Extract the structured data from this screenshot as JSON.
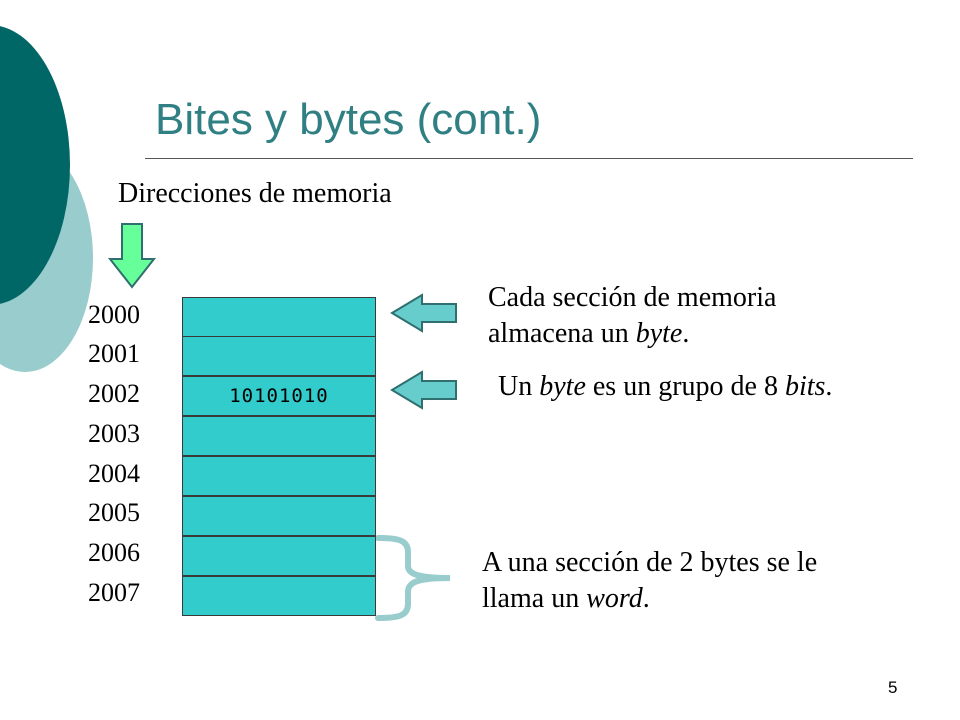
{
  "slide": {
    "title": "Bites y bytes (cont.)",
    "subtitle": "Direcciones de memoria",
    "page_number": "5"
  },
  "memory": {
    "addresses": [
      "2000",
      "2001",
      "2002",
      "2003",
      "2004",
      "2005",
      "2006",
      "2007"
    ],
    "cells": [
      "",
      "",
      "10101010",
      "",
      "",
      "",
      "",
      ""
    ]
  },
  "notes": {
    "section": {
      "line1": "Cada sección de memoria",
      "line2_prefix": "almacena un ",
      "line2_em": "byte",
      "line2_suffix": "."
    },
    "byte": {
      "p1": "Un ",
      "em1": "byte",
      "p2": " es un grupo de 8 ",
      "em2": "bits",
      "p3": "."
    },
    "word": {
      "line1": "A una sección de 2 bytes se le",
      "line2_prefix": "llama un ",
      "line2_em": "word",
      "line2_suffix": "."
    }
  },
  "colors": {
    "dark_teal": "#006666",
    "light_teal": "#99cccc",
    "cell_fill": "#33cccc",
    "title_color": "#2f7f83",
    "arrow_down_fill": "#66ff99",
    "arrow_left_fill": "#66cccc",
    "brace_color": "#99cccc"
  }
}
